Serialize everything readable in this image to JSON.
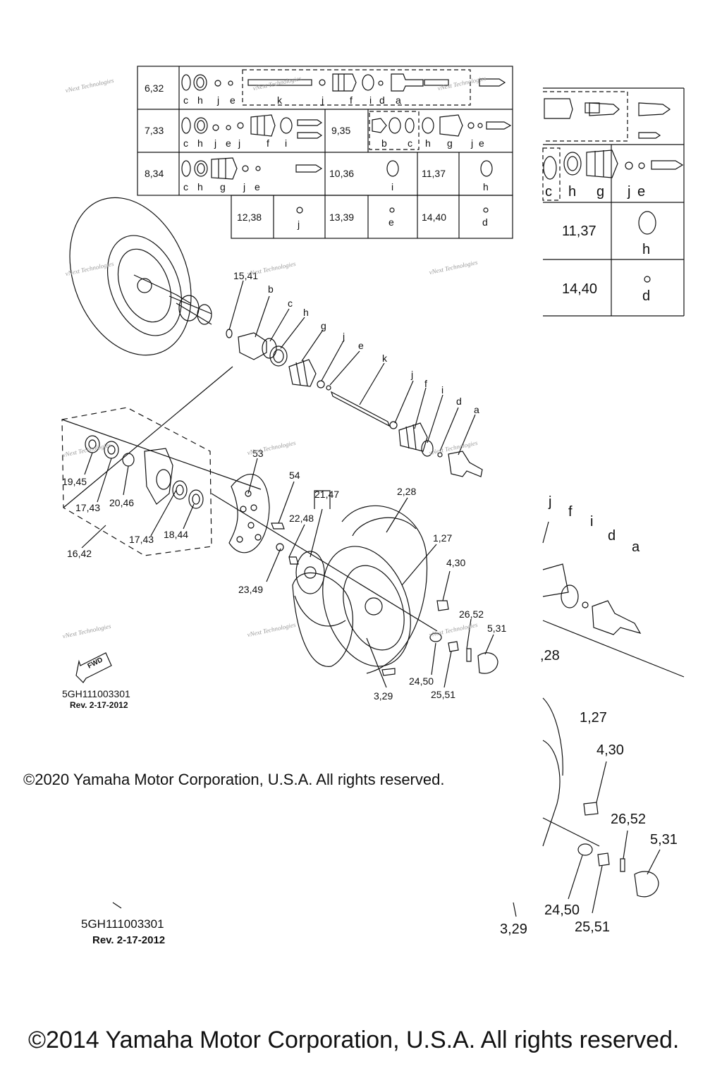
{
  "table": {
    "rows": [
      {
        "num": "6,32",
        "letters": [
          "c",
          "h",
          "j",
          "e",
          "k",
          "j",
          "f",
          "i",
          "d",
          "a"
        ]
      },
      {
        "num": "7,33",
        "letters": [
          "c",
          "h",
          "j",
          "e",
          "j",
          "f",
          "i"
        ],
        "num2": "9,35",
        "letters2": [
          "b",
          "c",
          "h",
          "g",
          "j",
          "e"
        ]
      },
      {
        "num": "8,34",
        "letters": [
          "c",
          "h",
          "g",
          "j",
          "e"
        ],
        "num2": "10,36",
        "letters2": [
          "i"
        ],
        "num3": "11,37",
        "letters3": [
          "h"
        ]
      },
      {
        "num": "12,38",
        "letters": [
          "j"
        ],
        "num2": "13,39",
        "letters2": [
          "e"
        ],
        "num3": "14,40",
        "letters3": [
          "d"
        ]
      }
    ],
    "right_crop": {
      "row_a": [
        "c",
        "h",
        "g",
        "j",
        "e"
      ],
      "row_b": {
        "num": "11,37",
        "letter": "h"
      },
      "row_c": {
        "num": "14,40",
        "letter": "d"
      }
    }
  },
  "callouts": {
    "c15_41": "15,41",
    "b": "b",
    "c": "c",
    "h": "h",
    "g": "g",
    "j1": "j",
    "e": "e",
    "k": "k",
    "j2": "j",
    "f": "f",
    "i": "i",
    "d": "d",
    "a": "a",
    "c53": "53",
    "c54": "54",
    "c21_47": "21,47",
    "c22_48": "22,48",
    "c2_28": "2,28",
    "c1_27": "1,27",
    "c4_30": "4,30",
    "c26_52": "26,52",
    "c5_31": "5,31",
    "c23_49": "23,49",
    "c24_50": "24,50",
    "c25_51": "25,51",
    "c3_29": "3,29",
    "c19_45": "19,45",
    "c17_43a": "17,43",
    "c20_46": "20,46",
    "c17_43b": "17,43",
    "c18_44": "18,44",
    "c16_42": "16,42",
    "zoom_j": "j",
    "zoom_f": "f",
    "zoom_i": "i",
    "zoom_d": "d",
    "zoom_a": "a",
    "zoom_28": ",28",
    "zoom_1_27": "1,27",
    "zoom_4_30": "4,30",
    "zoom_26_52": "26,52",
    "zoom_5_31": "5,31",
    "zoom_24_50": "24,50",
    "zoom_25_51": "25,51",
    "zoom_3_29": "3,29"
  },
  "fwd_label": "FWD",
  "part_ref": "5GH111003301",
  "revision": "Rev.  2-17-2012",
  "part_ref_2": "5GH111003301",
  "revision_2": "Rev.  2-17-2012",
  "watermark": "vNext Technologies",
  "copyright_2020": "©2020 Yamaha Motor Corporation, U.S.A. All rights reserved.",
  "copyright_2014": "©2014 Yamaha Motor Corporation, U.S.A. All rights reserved."
}
